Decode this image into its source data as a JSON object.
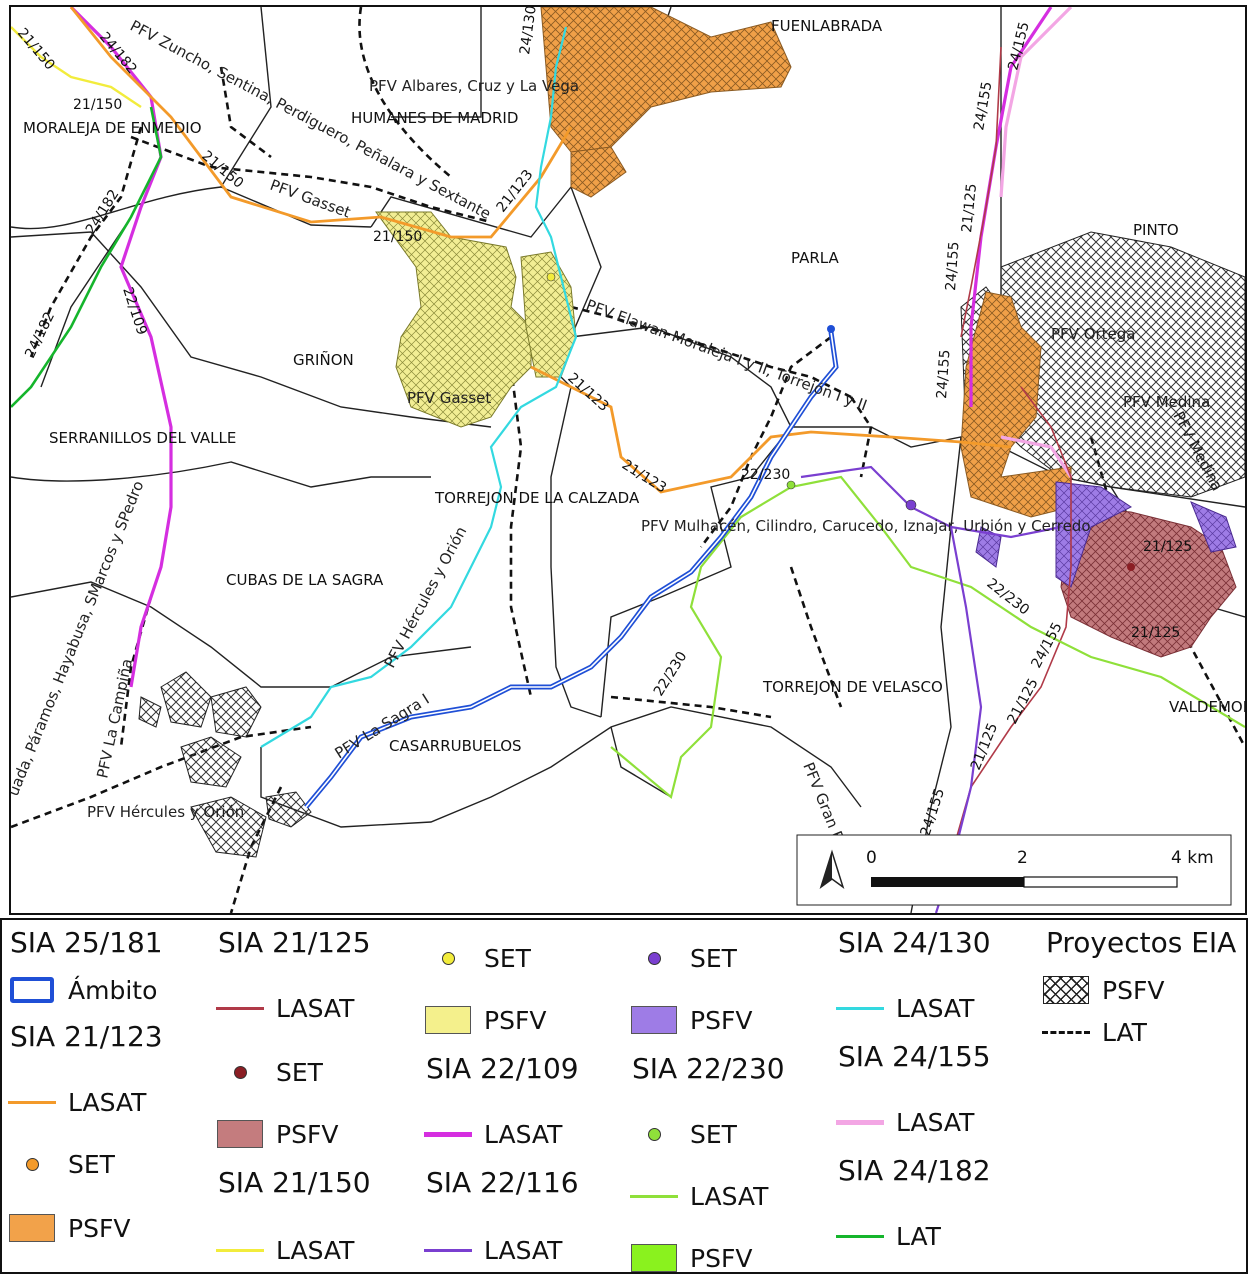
{
  "map": {
    "municipalities": [
      "FUENLABRADA",
      "HUMANES DE MADRID",
      "MORALEJA DE ENMEDIO",
      "PARLA",
      "PINTO",
      "GRIÑON",
      "SERRANILLOS DEL VALLE",
      "TORREJON DE LA CALZADA",
      "CUBAS DE LA SAGRA",
      "TORREJON DE VELASCO",
      "CASARRUBUELOS",
      "VALDEMOR"
    ],
    "project_labels": [
      "PFV Albares, Cruz y La Vega",
      "PFV Zuncho, Sentina, Perdiguero, Peñalara y Sextante",
      "PFV Gasset",
      "PFV Gasset",
      "PFV Elawan Moraleja I y II, Torrejón I y II",
      "PFV Ortega",
      "PFV Medina",
      "PFV Medina",
      "PFV Mulhacén, Cilindro, Carucedo, Iznajar, Urbión y Cerredo",
      "PFV Hércules y Orión",
      "PFV Hércules y Orión",
      "PFV La Campiña",
      "uada, Páramos, Hayabusa, SMarcos y SPedro",
      "PFV La Sagra I",
      "PFV Gran F"
    ],
    "codes": [
      "21/150",
      "24/182",
      "21/150",
      "21/150",
      "21/150",
      "24/182",
      "22/109",
      "24/182",
      "24/130",
      "21/123",
      "21/123",
      "21/123",
      "22/230",
      "22/230",
      "22/230",
      "24/155",
      "24/155",
      "21/125",
      "24/155",
      "24/155",
      "21/125",
      "21/125",
      "21/125",
      "24/155",
      "24/155",
      "21/125"
    ],
    "scale_bar": {
      "labels": [
        "0",
        "2",
        "4 km"
      ]
    },
    "north_arrow": "north-arrow-icon",
    "colors": {
      "ambito": "#1f4fd6",
      "sia_21_123": "#f39a2a",
      "sia_21_123_fill": "#f2a24a",
      "sia_21_125": "#b03a48",
      "sia_21_125_fill": "#c47c7e",
      "sia_21_150_fill": "#f4f08c",
      "sia_21_150_line": "#f2ec3c",
      "sia_22_109": "#d52ee0",
      "sia_22_116": "#7a3fd0",
      "sia_22_116_fill": "#9e7ce6",
      "sia_22_230": "#8fe03a",
      "sia_22_230_fill": "#8af21e",
      "sia_24_130": "#33d9e0",
      "sia_24_155": "#f3a6e4",
      "sia_24_182": "#15b52c",
      "lat": "#111111"
    }
  },
  "legend": {
    "col1": {
      "g1_title": "SIA 25/181",
      "ambito": "Ámbito",
      "g2_title": "SIA 21/123",
      "lasat": "LASAT",
      "set": "SET",
      "psfv": "PSFV"
    },
    "col2": {
      "g1_title": "SIA 21/125",
      "lasat": "LASAT",
      "set": "SET",
      "psfv": "PSFV",
      "g2_title": "SIA 21/150",
      "lasat2": "LASAT"
    },
    "col3": {
      "set": "SET",
      "psfv": "PSFV",
      "g1_title": "SIA 22/109",
      "lasat": "LASAT",
      "g2_title": "SIA 22/116",
      "lasat2": "LASAT"
    },
    "col4": {
      "set": "SET",
      "psfv": "PSFV",
      "g1_title": "SIA 22/230",
      "set2": "SET",
      "lasat": "LASAT",
      "psfv2": "PSFV"
    },
    "col5": {
      "g1_title": "SIA 24/130",
      "lasat": "LASAT",
      "g2_title": "SIA 24/155",
      "lasat2": "LASAT",
      "g3_title": "SIA 24/182",
      "lat": "LAT"
    },
    "col6": {
      "g1_title": "Proyectos EIA",
      "psfv": "PSFV",
      "lat": "LAT"
    }
  }
}
